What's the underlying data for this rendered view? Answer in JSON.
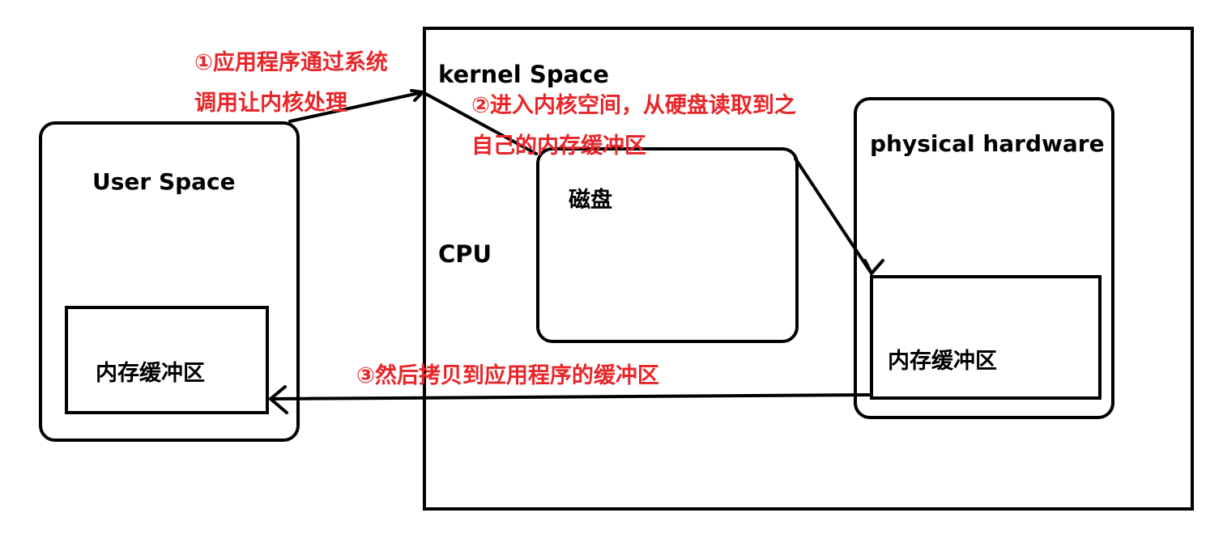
{
  "colors": {
    "stroke": "#000000",
    "annotation": "#e8262a",
    "background": "#ffffff"
  },
  "user_space": {
    "title": "User Space",
    "buffer_label": "内存缓冲区"
  },
  "kernel_space": {
    "title": "kernel Space",
    "cpu_label": "CPU",
    "disk_label": "磁盘"
  },
  "physical_hardware": {
    "title": "physical hardware",
    "buffer_label": "内存缓冲区"
  },
  "annotations": {
    "step1_line1": "①应用程序通过系统",
    "step1_line2": "调用让内核处理",
    "step2_line1": "②进入内核空间，从硬盘读取到之",
    "step2_line2": "自己的内存缓冲区",
    "step3": "③然后拷贝到应用程序的缓冲区"
  }
}
